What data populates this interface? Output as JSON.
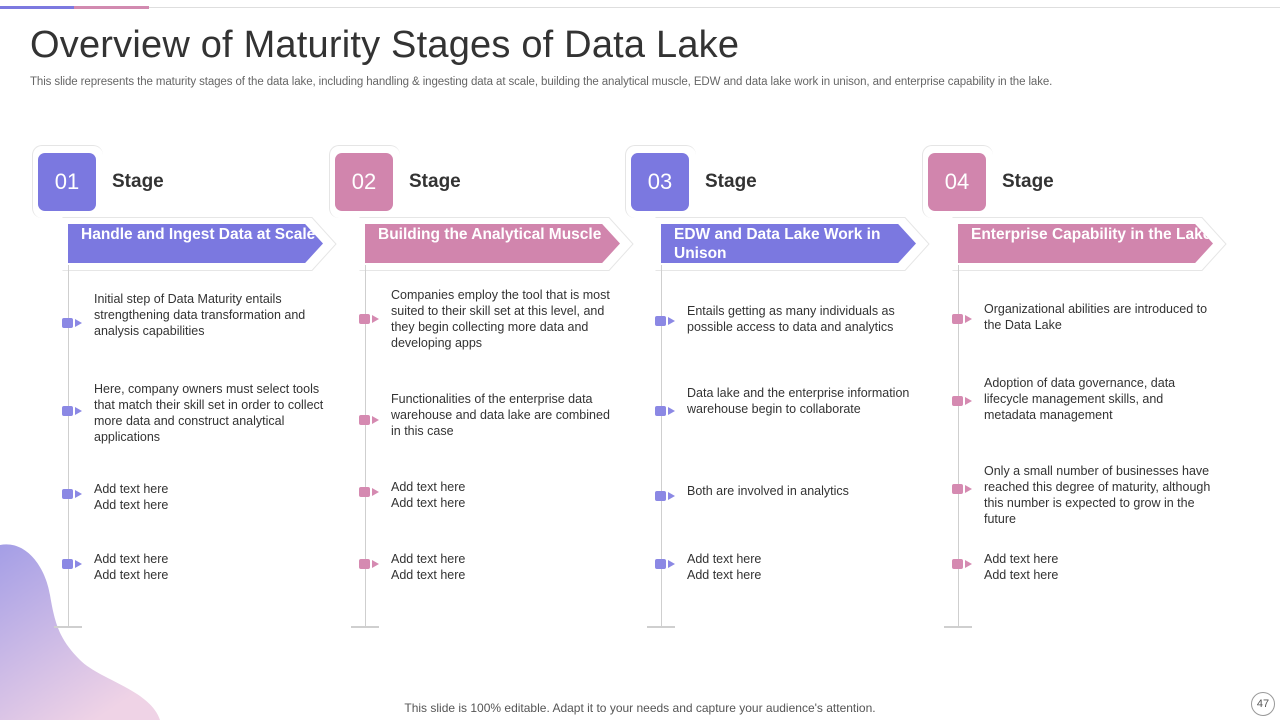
{
  "title": "Overview of Maturity Stages of Data Lake",
  "subtitle": "This slide represents the maturity stages of the data lake, including handling & ingesting data at scale, building the analytical muscle, EDW and data lake work in unison, and enterprise capability in the lake.",
  "colors": {
    "purple": "#7b78e0",
    "pink": "#d185ad",
    "purple_marker": "#8b88e4",
    "pink_marker": "#d58ab1"
  },
  "stages": [
    {
      "number": "01",
      "label": "Stage",
      "heading": "Handle and Ingest Data at Scale",
      "items": [
        "Initial step of Data Maturity entails strengthening data transformation and analysis capabilities",
        "Here, company owners must select tools that match their skill set in order to collect more data and construct analytical applications",
        "Add text here\nAdd text here",
        "Add text here\nAdd text here"
      ]
    },
    {
      "number": "02",
      "label": "Stage",
      "heading": "Building the Analytical Muscle",
      "items": [
        "Companies employ the tool that is most suited to their skill set at this level, and they begin collecting more data and developing apps",
        "Functionalities of the enterprise data warehouse and data lake are combined in this case",
        "Add text here\nAdd text here",
        "Add text here\nAdd text here"
      ]
    },
    {
      "number": "03",
      "label": "Stage",
      "heading": "EDW and Data Lake Work in Unison",
      "items": [
        "Entails getting as many individuals as possible access to data and analytics",
        "Data lake and the enterprise information warehouse begin to collaborate",
        "Both are involved in analytics",
        "Add text here\nAdd text here"
      ]
    },
    {
      "number": "04",
      "label": "Stage",
      "heading": "Enterprise Capability in the Lake",
      "items": [
        "Organizational abilities are introduced to the Data Lake",
        "Adoption of data governance, data lifecycle management skills, and metadata management",
        "Only a small number of businesses have reached this degree of maturity, although this number is expected to grow in the future",
        "Add text here\nAdd text here"
      ]
    }
  ],
  "footer": "This slide is 100% editable. Adapt it to your needs and capture your audience's attention.",
  "page_number": "47"
}
